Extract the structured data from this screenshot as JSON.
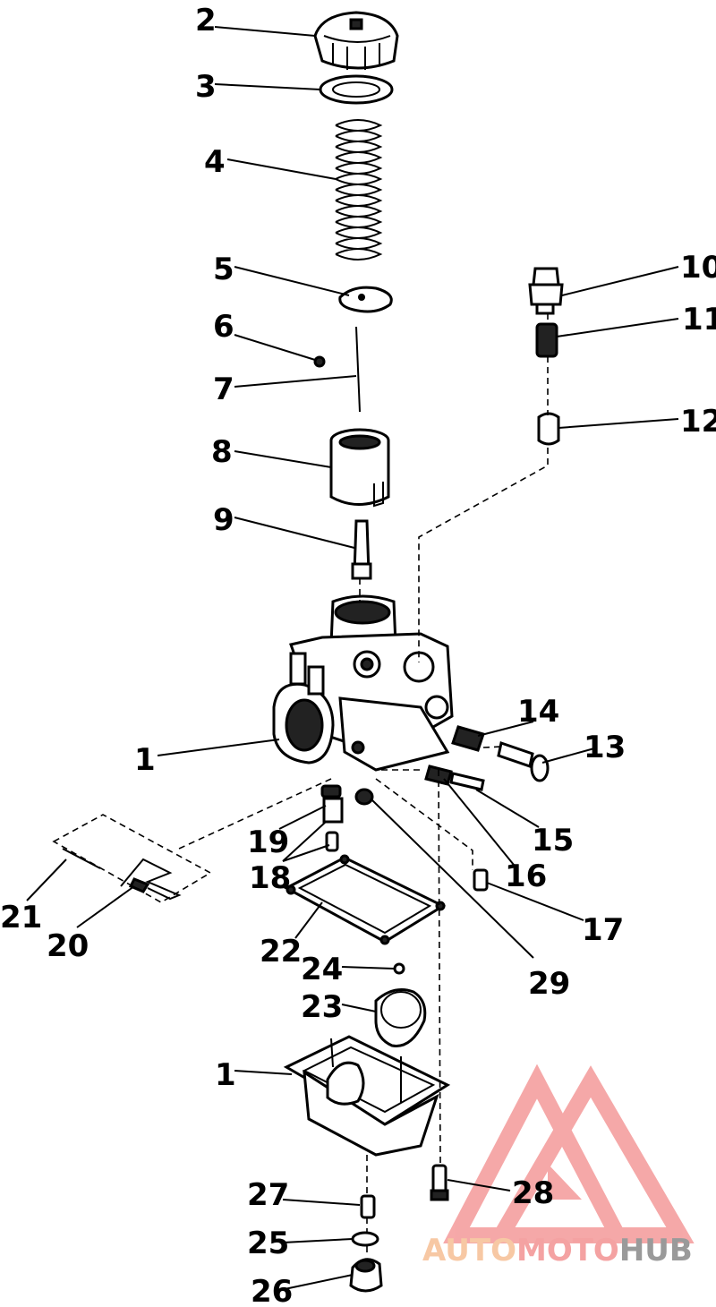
{
  "callouts": [
    {
      "id": "c2",
      "text": "2"
    },
    {
      "id": "c3",
      "text": "3"
    },
    {
      "id": "c4",
      "text": "4"
    },
    {
      "id": "c5",
      "text": "5"
    },
    {
      "id": "c6",
      "text": "6"
    },
    {
      "id": "c7",
      "text": "7"
    },
    {
      "id": "c8",
      "text": "8"
    },
    {
      "id": "c9",
      "text": "9"
    },
    {
      "id": "c10",
      "text": "10"
    },
    {
      "id": "c11",
      "text": "11"
    },
    {
      "id": "c12",
      "text": "12"
    },
    {
      "id": "c1a",
      "text": "1"
    },
    {
      "id": "c14",
      "text": "14"
    },
    {
      "id": "c13",
      "text": "13"
    },
    {
      "id": "c15",
      "text": "15"
    },
    {
      "id": "c16",
      "text": "16"
    },
    {
      "id": "c17",
      "text": "17"
    },
    {
      "id": "c19",
      "text": "19"
    },
    {
      "id": "c18",
      "text": "18"
    },
    {
      "id": "c21",
      "text": "21"
    },
    {
      "id": "c20",
      "text": "20"
    },
    {
      "id": "c22",
      "text": "22"
    },
    {
      "id": "c29",
      "text": "29"
    },
    {
      "id": "c24",
      "text": "24"
    },
    {
      "id": "c23",
      "text": "23"
    },
    {
      "id": "c1b",
      "text": "1"
    },
    {
      "id": "c27",
      "text": "27"
    },
    {
      "id": "c28",
      "text": "28"
    },
    {
      "id": "c25",
      "text": "25"
    },
    {
      "id": "c26",
      "text": "26"
    }
  ],
  "watermark": {
    "part1": "AUTO",
    "part2": "MOTO",
    "part3": "HUB",
    "colors": {
      "auto": "#f7c8a4",
      "moto": "#f4a2a2",
      "hub": "#9a9a9a",
      "logo": "#f49a9a"
    }
  }
}
